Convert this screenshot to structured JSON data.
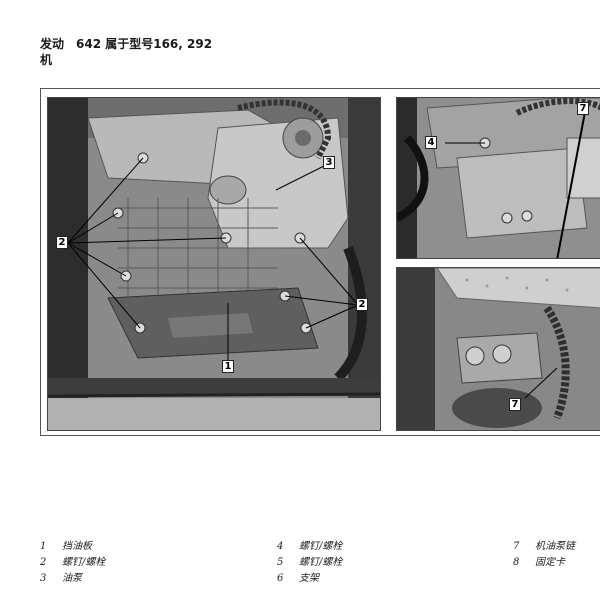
{
  "header": {
    "section": "发动机",
    "subtitle": "642 属于型号166, 292"
  },
  "callouts": {
    "c1": "1",
    "c2a": "2",
    "c2b": "2",
    "c3": "3",
    "c4": "4",
    "c7a": "7",
    "c7b": "7"
  },
  "legend": [
    [
      {
        "num": "1",
        "text": "挡油板"
      },
      {
        "num": "2",
        "text": "螺钉/螺栓"
      },
      {
        "num": "3",
        "text": "油泵"
      }
    ],
    [
      {
        "num": "4",
        "text": "螺钉/螺栓"
      },
      {
        "num": "5",
        "text": "螺钉/螺栓"
      },
      {
        "num": "6",
        "text": "支架"
      }
    ],
    [
      {
        "num": "7",
        "text": "机油泵链"
      },
      {
        "num": "8",
        "text": "固定卡"
      }
    ]
  ]
}
